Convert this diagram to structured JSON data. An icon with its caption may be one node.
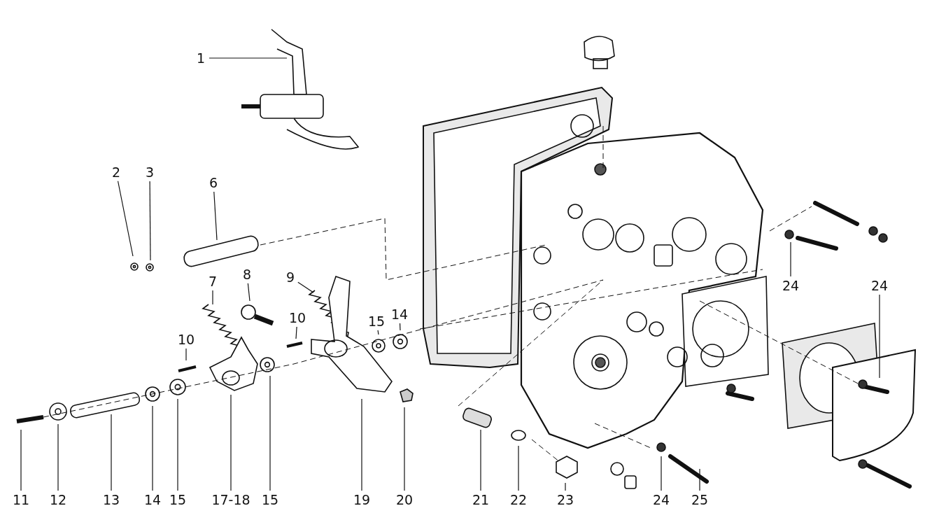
{
  "diagram": {
    "nodes": [
      {
        "text": [
          "1"
        ]
      },
      {
        "text": [
          "2"
        ]
      },
      {
        "text": [
          "3"
        ]
      },
      {
        "text": [
          "6"
        ]
      },
      {
        "text": [
          "7"
        ]
      },
      {
        "text": [
          "8"
        ]
      },
      {
        "text": [
          "9"
        ]
      },
      {
        "text": [
          "10"
        ]
      },
      {
        "text": [
          "15"
        ]
      },
      {
        "text": [
          "14"
        ]
      },
      {
        "text": [
          "24"
        ]
      },
      {
        "text": [
          "24"
        ]
      },
      {
        "text": [
          "10"
        ]
      },
      {
        "text": [
          "11"
        ]
      },
      {
        "text": [
          "12"
        ]
      },
      {
        "text": [
          "13"
        ]
      },
      {
        "text": [
          "14"
        ]
      },
      {
        "text": [
          "15"
        ]
      },
      {
        "text": [
          "17-18"
        ]
      },
      {
        "text": [
          "15"
        ]
      },
      {
        "text": [
          "19"
        ]
      },
      {
        "text": [
          "20"
        ]
      },
      {
        "text": [
          "21"
        ]
      },
      {
        "text": [
          "22"
        ]
      },
      {
        "text": [
          "23"
        ]
      },
      {
        "text": [
          "24"
        ]
      },
      {
        "text": [
          "25"
        ]
      }
    ],
    "edges": [
      {
        "from": 0,
        "to": null,
        "arrow": "none"
      },
      {
        "from": 1,
        "to": null,
        "arrow": "none"
      },
      {
        "from": 2,
        "to": null,
        "arrow": "none"
      },
      {
        "from": 3,
        "to": null,
        "arrow": "none"
      },
      {
        "from": 4,
        "to": null,
        "arrow": "none"
      },
      {
        "from": 5,
        "to": null,
        "arrow": "none"
      },
      {
        "from": 6,
        "to": null,
        "arrow": "none"
      },
      {
        "from": 7,
        "to": null,
        "arrow": "none"
      },
      {
        "from": 8,
        "to": null,
        "arrow": "none"
      },
      {
        "from": 9,
        "to": null,
        "arrow": "none"
      },
      {
        "from": 10,
        "to": null,
        "arrow": "none"
      },
      {
        "from": 11,
        "to": null,
        "arrow": "none"
      },
      {
        "from": 12,
        "to": null,
        "arrow": "none"
      },
      {
        "from": 13,
        "to": null,
        "arrow": "none"
      },
      {
        "from": 14,
        "to": null,
        "arrow": "none"
      },
      {
        "from": 15,
        "to": null,
        "arrow": "none"
      },
      {
        "from": 16,
        "to": null,
        "arrow": "none"
      },
      {
        "from": 17,
        "to": null,
        "arrow": "none"
      },
      {
        "from": 18,
        "to": null,
        "arrow": "none"
      },
      {
        "from": 19,
        "to": null,
        "arrow": "none"
      },
      {
        "from": 20,
        "to": null,
        "arrow": "none"
      },
      {
        "from": 21,
        "to": null,
        "arrow": "none"
      },
      {
        "from": 22,
        "to": null,
        "arrow": "none"
      },
      {
        "from": 23,
        "to": null,
        "arrow": "none"
      },
      {
        "from": 24,
        "to": null,
        "arrow": "none"
      },
      {
        "from": 25,
        "to": null,
        "arrow": "none"
      },
      {
        "from": 26,
        "to": null,
        "arrow": "none"
      }
    ]
  }
}
